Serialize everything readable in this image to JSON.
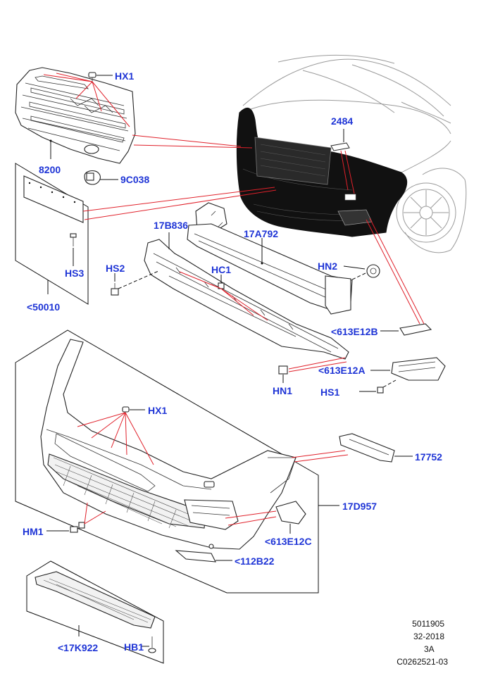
{
  "labels": {
    "hx1_top": "HX1",
    "l8200": "8200",
    "l9c038": "9C038",
    "l2484": "2484",
    "l17b836": "17B836",
    "l17a792": "17A792",
    "hs2": "HS2",
    "hc1": "HC1",
    "hn2": "HN2",
    "hs3": "HS3",
    "l50010": "<50010",
    "l613e12b": "<613E12B",
    "l613e12a": "<613E12A",
    "hn1": "HN1",
    "hs1": "HS1",
    "hx1_bumper": "HX1",
    "l17752": "17752",
    "l17d957": "17D957",
    "hm1": "HM1",
    "l613e12c": "<613E12C",
    "l112b22": "<112B22",
    "l17k922": "<17K922",
    "hb1": "HB1"
  },
  "info_block": {
    "line1": "5011905",
    "line2": "32-2018",
    "line3": "3A",
    "line4": "C0262521-03"
  },
  "colors": {
    "label": "#1f35d6",
    "callout_line": "#e0202a",
    "outline": "#222222"
  }
}
